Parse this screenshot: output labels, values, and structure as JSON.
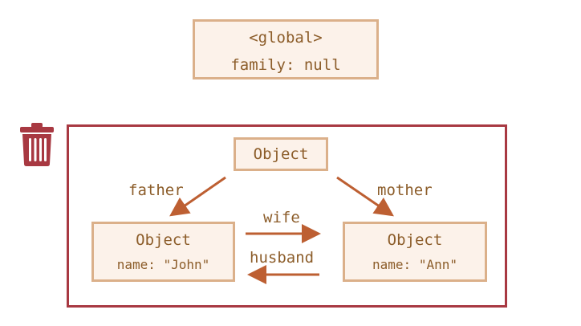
{
  "global": {
    "title": "<global>",
    "field": "family: null"
  },
  "family_object": {
    "title": "Object"
  },
  "father_object": {
    "title": "Object",
    "field": "name: \"John\""
  },
  "mother_object": {
    "title": "Object",
    "field": "name: \"Ann\""
  },
  "labels": {
    "father": "father",
    "mother": "mother",
    "wife": "wife",
    "husband": "husband"
  },
  "icons": {
    "garbage": "trash-can-icon"
  },
  "colors": {
    "box_fill": "#fcf2ea",
    "box_border": "#dbb08a",
    "text": "#8c5d2a",
    "arrow": "#bd5f32",
    "frame": "#a83942"
  }
}
